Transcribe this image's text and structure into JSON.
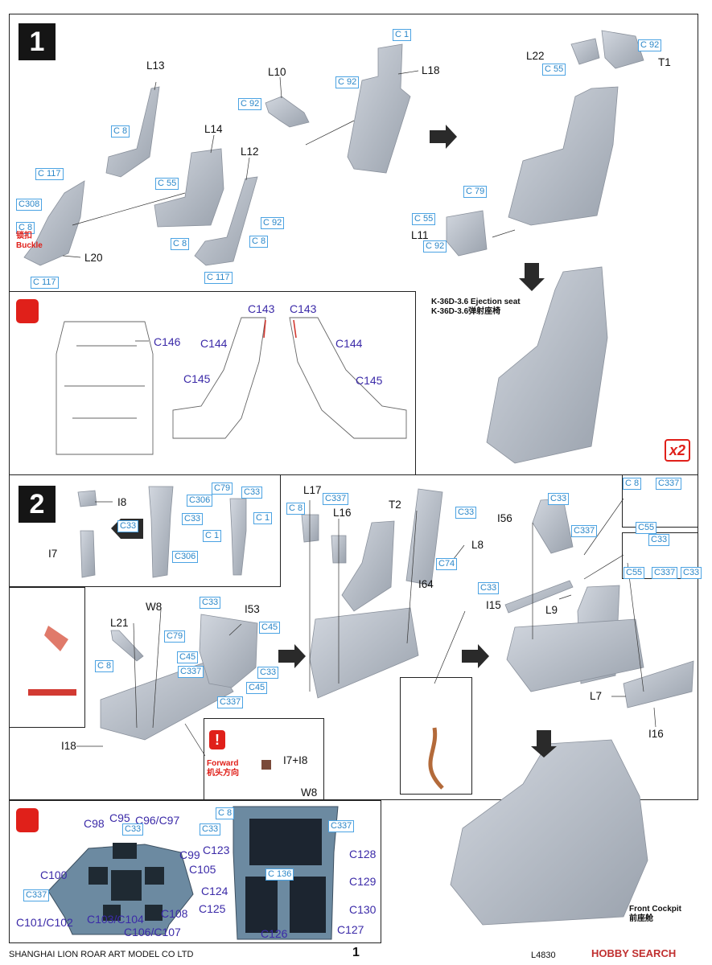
{
  "step1": {
    "number": "1",
    "parts": [
      "L13",
      "L10",
      "L18",
      "L14",
      "L12",
      "L20",
      "L22",
      "T1",
      "L11"
    ],
    "codes": {
      "c1": "C 1",
      "c92a": "C 92",
      "c92b": "C 92",
      "c92c": "C 92",
      "c92d": "C 92",
      "c92e": "C 92",
      "c8a": "C 8",
      "c8b": "C 8",
      "c8c": "C 8",
      "c8d": "C 8",
      "c117a": "C 117",
      "c117b": "C 117",
      "c117c": "C 117",
      "c308": "C308",
      "c55a": "C 55",
      "c55b": "C 55",
      "c55c": "C 55",
      "c79": "C 79"
    },
    "buckle_cn": "锁扣",
    "buckle_en": "Buckle",
    "seat_title_en": "K-36D-3.6 Ejection seat",
    "seat_title_cn": "K-36D-3.6弹射座椅",
    "multiplier": "x2",
    "color_refs": [
      "C143",
      "C143",
      "C146",
      "C144",
      "C144",
      "C145",
      "C145"
    ]
  },
  "step2": {
    "number": "2",
    "parts": [
      "I8",
      "I7",
      "L17",
      "L16",
      "T2",
      "L8",
      "I56",
      "I64",
      "I15",
      "L9",
      "L7",
      "I16",
      "L21",
      "W8",
      "I53",
      "I18",
      "I7+I8",
      "W8"
    ],
    "codes": {
      "a1": "C33",
      "a2": "C306",
      "a3": "C79",
      "a4": "C33",
      "a5": "C33",
      "a6": "C 1",
      "a7": "C 1",
      "a8": "C306",
      "b1": "C 8",
      "b2": "C337",
      "b3": "C33",
      "b4": "C74",
      "d1": "C33",
      "d2": "C337",
      "e1": "C 8",
      "e2": "C337",
      "e3": "C55",
      "f1": "C33",
      "f2": "C55",
      "f3": "C337",
      "f4": "C33",
      "g1": "C33",
      "h1": "C79",
      "h2": "C 8",
      "i1": "C33",
      "i2": "C45",
      "i3": "C45",
      "i4": "C337",
      "i5": "C33",
      "i6": "C45",
      "i7": "C337"
    },
    "forward_en": "Forward",
    "forward_cn": "机头方向",
    "warning_mark": "!",
    "cockpit_title_en": "Front Cockpit",
    "cockpit_title_cn": "前座舱"
  },
  "panel": {
    "refs_left": [
      "C98",
      "C95",
      "C96/C97",
      "C99",
      "C100",
      "C105",
      "C101/C102",
      "C103/C104",
      "C108",
      "C106/C107"
    ],
    "codes_left": [
      "C33",
      "C337"
    ],
    "codes_right": [
      "C 8",
      "C33",
      "C337",
      "C 136"
    ],
    "refs_right": [
      "C123",
      "C128",
      "C129",
      "C124",
      "C125",
      "C130",
      "C127",
      "C126"
    ]
  },
  "footer": {
    "company": "SHANGHAI LION ROAR ART MODEL CO LTD",
    "page": "1",
    "code": "L4830",
    "watermark": "HOBBY SEARCH"
  },
  "colors": {
    "code_blue": "#2a86c8",
    "ref_purple": "#3b2aa8",
    "warning_red": "#e0201a",
    "part_grey": "#b9c0cb"
  }
}
